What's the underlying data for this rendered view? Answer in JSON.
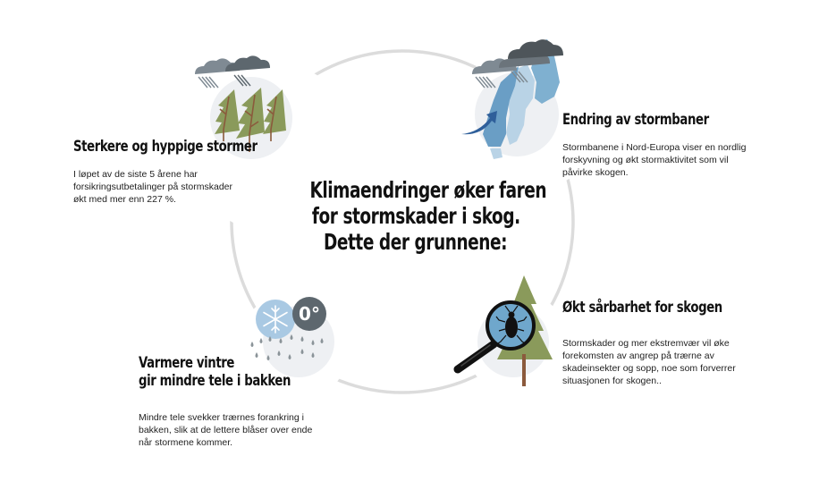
{
  "center": {
    "title_lines": [
      "Klimaendringer øker faren",
      "for stormskader i skog.",
      "Dette der grunnene:"
    ]
  },
  "sections": [
    {
      "id": "storms",
      "title": "Sterkere og hyppige stormer",
      "body_lines": [
        "I løpet av de siste 5 årene har",
        "forsikringsutbetalinger på stormskader",
        "økt med mer enn 227 %."
      ],
      "icon": "storm-trees-icon"
    },
    {
      "id": "storm-tracks",
      "title": "Endring av stormbaner",
      "body_lines": [
        "Stormbanene i Nord-Europa viser en nordlig",
        "forskyvning og økt stormaktivitet som vil",
        "påvirke skogen."
      ],
      "icon": "scandinavia-map-icon"
    },
    {
      "id": "winters",
      "title_lines": [
        "Varmere vintre",
        "gir mindre tele i bakken"
      ],
      "body_lines": [
        "Mindre tele svekker trærnes forankring i",
        "bakken, slik at de lettere blåser over ende",
        "når stormene kommer."
      ],
      "icon": "snow-rain-icon",
      "badge": "0°"
    },
    {
      "id": "vulnerability",
      "title": "Økt sårbarhet for skogen",
      "body_lines": [
        "Stormskader og mer ekstremvær vil øke",
        "forekomsten av angrep på trærne av",
        "skadeinsekter og sopp, noe som forverrer",
        "situasjonen for skogen.."
      ],
      "icon": "insect-magnifier-icon"
    }
  ],
  "colors": {
    "ring": "#dcdcdc",
    "circle": "#ffffff",
    "inner_disc": "#eef0f3",
    "tree_green": "#8a9a5b",
    "trunk": "#8b5a3c",
    "cloud_light": "#7f8a93",
    "cloud_dark": "#555d63",
    "map_light": "#b9d3e6",
    "map_mid": "#7fb0d0",
    "map_dark": "#4f8db8",
    "arrow_blue": "#2f5f9a",
    "snow_disc": "#a9c9e3",
    "zero_disc": "#5d676e",
    "drop": "#8a9398",
    "lens": "#6fa7cc"
  }
}
